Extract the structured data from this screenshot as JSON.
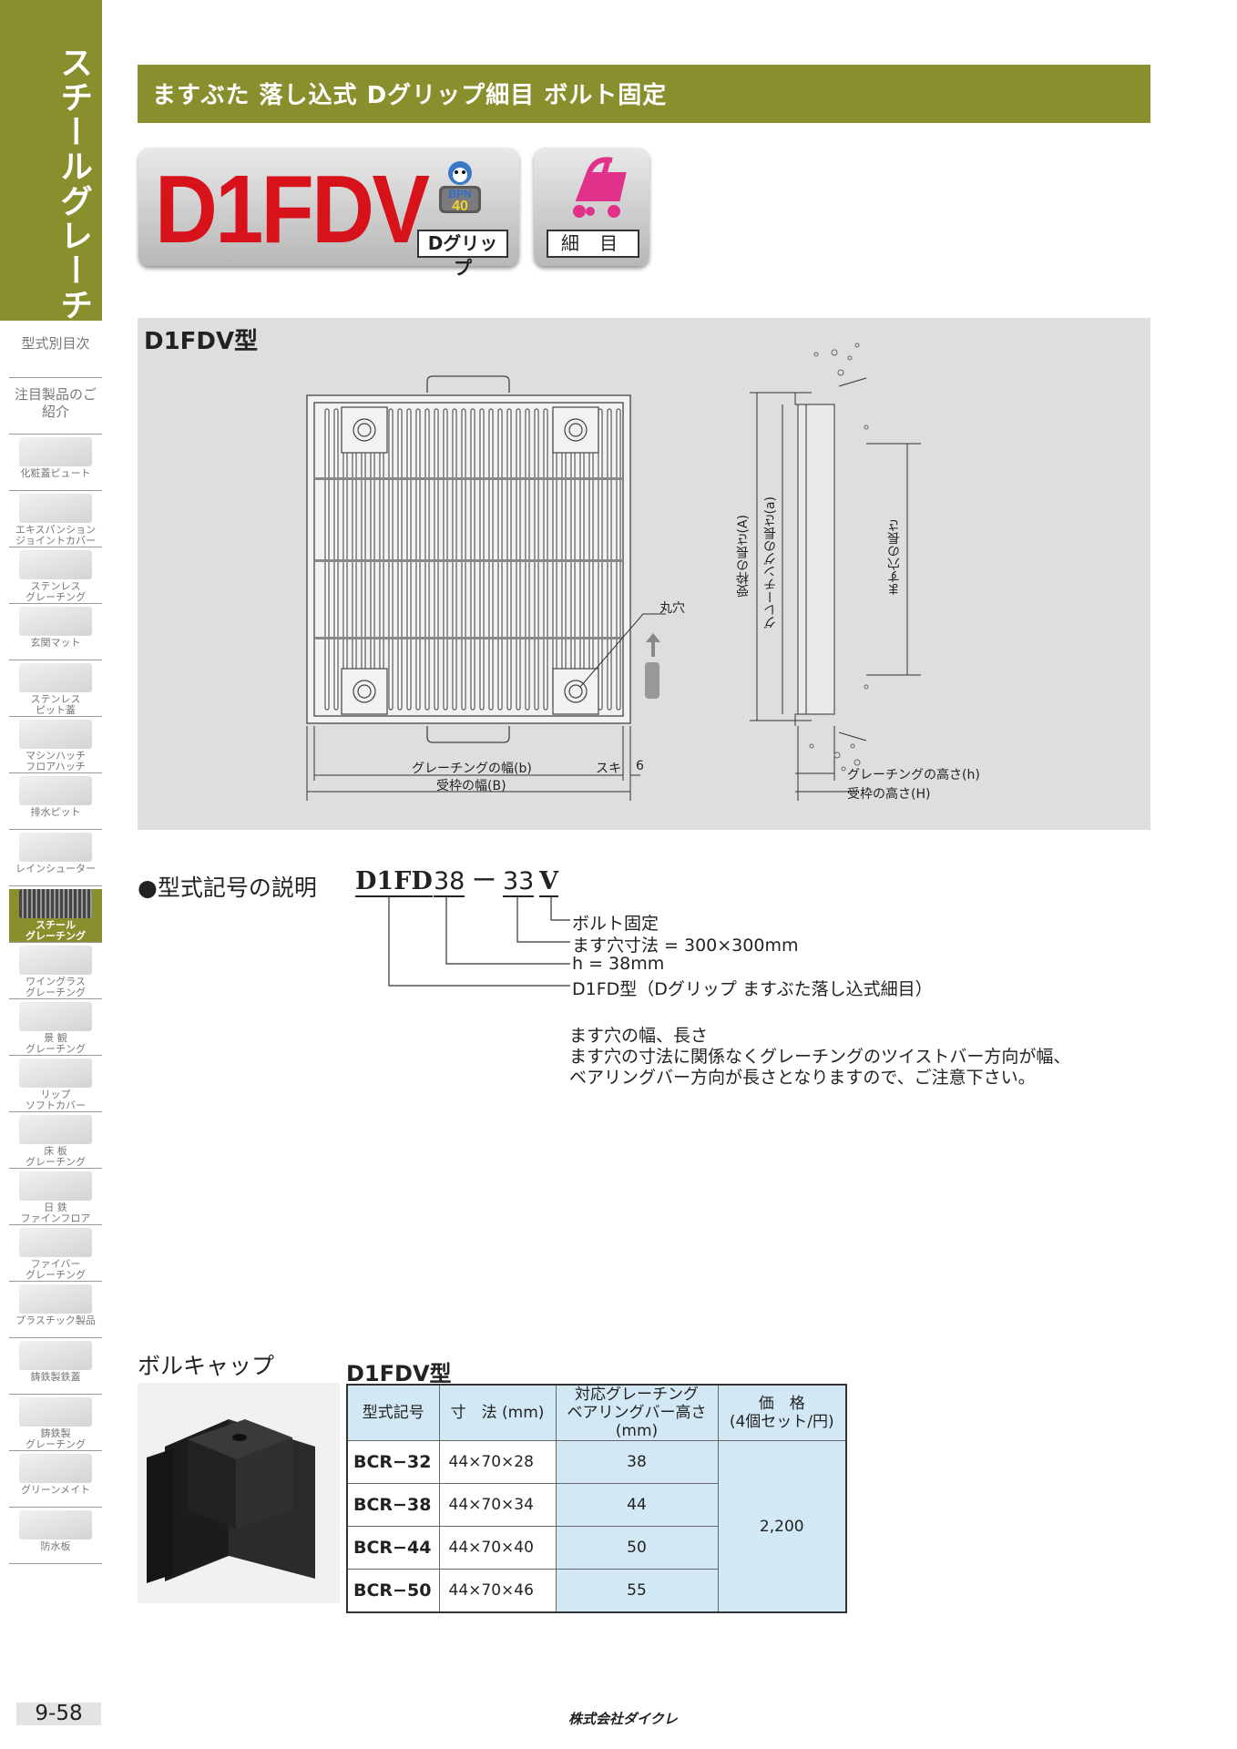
{
  "sidebar": {
    "section_title": "スチールグレーチング",
    "text_items": [
      "型式別目次",
      "注目製品のご紹介"
    ],
    "items": [
      {
        "label": "化粧蓋ピュート"
      },
      {
        "label": "エキスパンション\nジョイントカバー"
      },
      {
        "label": "ステンレス\nグレーチング"
      },
      {
        "label": "玄関マット"
      },
      {
        "label": "ステンレス\nピット蓋"
      },
      {
        "label": "マシンハッチ\nフロアハッチ"
      },
      {
        "label": "排水ピット"
      },
      {
        "label": "レインシューター"
      },
      {
        "label": "スチール\nグレーチング"
      },
      {
        "label": "ワイングラス\nグレーチング"
      },
      {
        "label": "景 観\nグレーチング"
      },
      {
        "label": "リップ\nソフトカバー"
      },
      {
        "label": "床 板\nグレーチング"
      },
      {
        "label": "日 鉄\nファインフロア"
      },
      {
        "label": "ファイバー\nグレーチング"
      },
      {
        "label": "プラスチック製品"
      },
      {
        "label": "鋳鉄製鉄蓋"
      },
      {
        "label": "鋳鉄製\nグレーチング"
      },
      {
        "label": "グリーンメイト"
      },
      {
        "label": "防水板"
      }
    ],
    "active_index": 8
  },
  "header": {
    "title": "ますぶた 落し込式 Dグリップ細目 ボルト固定"
  },
  "badges": {
    "code": "D1FDV",
    "bpn_top": "BPN",
    "bpn_value": "40",
    "grip_label": "Dグリップ",
    "mesh_label": "細 目"
  },
  "diagram": {
    "title": "D1FDV型",
    "round_hole": "丸穴",
    "width_b": "グレーチングの幅(b)",
    "gap": "スキ",
    "gap_value": "6",
    "frame_width": "受枠の幅(B)",
    "frame_length": "受枠の長さ(A)",
    "grating_length": "グレーチングの長さ(a)",
    "pit_length": "ます穴の長さ",
    "grating_height": "グレーチングの高さ(h)",
    "frame_height": "受枠の高さ(H)"
  },
  "explanation": {
    "heading": "●型式記号の説明",
    "code_parts": [
      "D1FD",
      "38",
      "ー",
      "33",
      "V"
    ],
    "lines": [
      "ボルト固定",
      "ます穴寸法 = 300×300mm",
      "h = 38mm",
      "D1FD型（Dグリップ ますぶた落し込式細目）"
    ],
    "notes": [
      "ます穴の幅、長さ",
      "ます穴の寸法に関係なくグレーチングのツイストバー方向が幅、",
      "ベアリングバー方向が長さとなりますので、ご注意下さい。"
    ]
  },
  "boltcap": {
    "heading": "ボルキャップ",
    "table_title": "D1FDV型",
    "columns": [
      "型式記号",
      "寸　法 (mm)",
      "対応グレーチング\nベアリングバー高さ(mm)",
      "価　格\n(4個セット/円)"
    ],
    "rows": [
      {
        "model": "BCR−32",
        "size": "44×70×28",
        "height": "38"
      },
      {
        "model": "BCR−38",
        "size": "44×70×34",
        "height": "44"
      },
      {
        "model": "BCR−44",
        "size": "44×70×40",
        "height": "50"
      },
      {
        "model": "BCR−50",
        "size": "44×70×46",
        "height": "55"
      }
    ],
    "price": "2,200"
  },
  "footer": {
    "page_number": "9-58",
    "company": "株式会社ダイクレ"
  },
  "colors": {
    "accent": "#8a8f2e",
    "code_red": "#d7121b",
    "table_blue": "#d3e8f5",
    "diagram_bg": "#dedede"
  }
}
